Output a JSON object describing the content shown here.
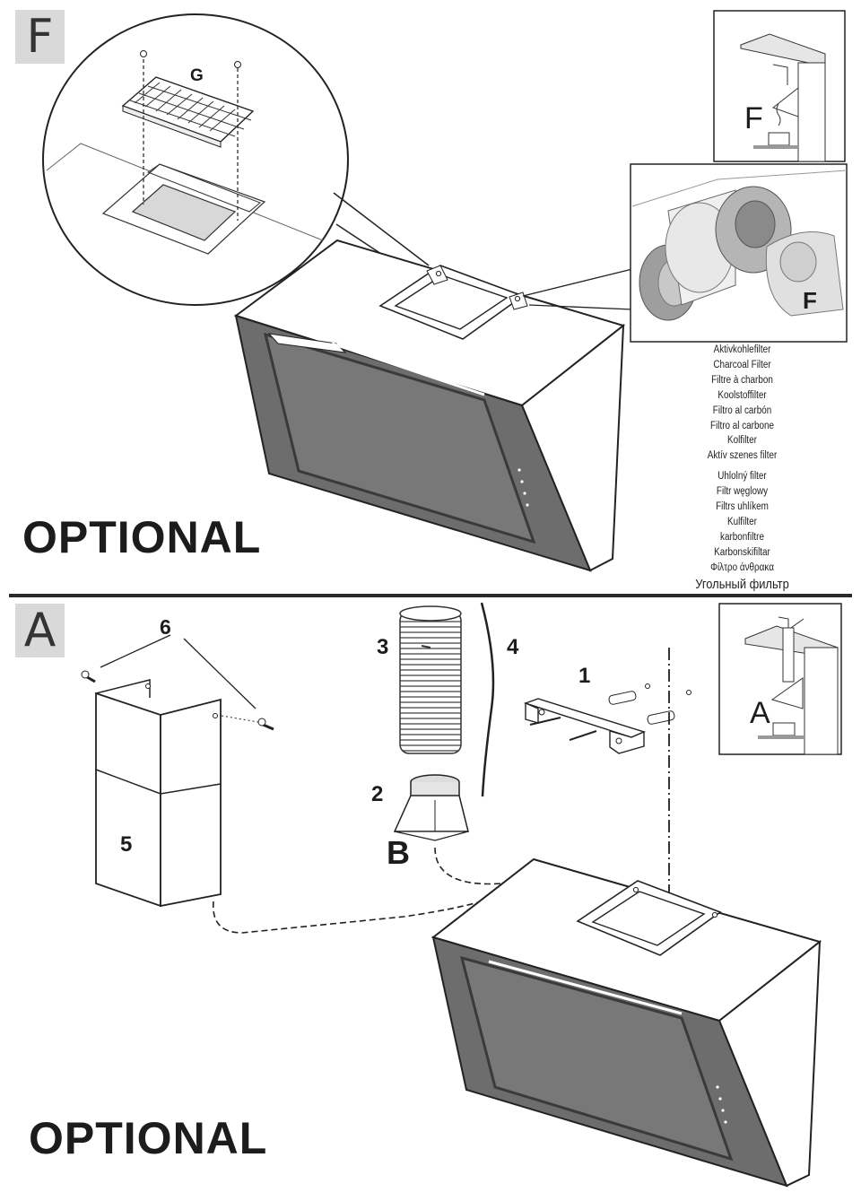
{
  "section_f": {
    "badge": "F",
    "optional_label": "OPTIONAL",
    "part_g_label": "G",
    "inset_label_f1": "F",
    "inset_label_f2": "F",
    "filter_names": [
      "Aktivkohlefilter",
      "Charcoal Filter",
      "Filtre à charbon",
      "Koolstoffilter",
      "Filtro al carbón",
      "Filtro al carbone",
      "Kolfilter",
      "Aktív szenes filter",
      "Uhlolný filter",
      "Filtr węglowy",
      "Filtrs uhlíkem",
      "Kulfilter",
      "karbonfiltre",
      "Karbonskifiltar",
      "Φίλτρο άνθρακα",
      "Угольный фильтр"
    ]
  },
  "section_a": {
    "badge": "A",
    "optional_label": "OPTIONAL",
    "inset_label_a": "A",
    "part_labels": {
      "p1": "1",
      "p2": "2",
      "p3": "3",
      "p4": "4",
      "p5": "5",
      "p6": "6",
      "pb": "B"
    }
  }
}
